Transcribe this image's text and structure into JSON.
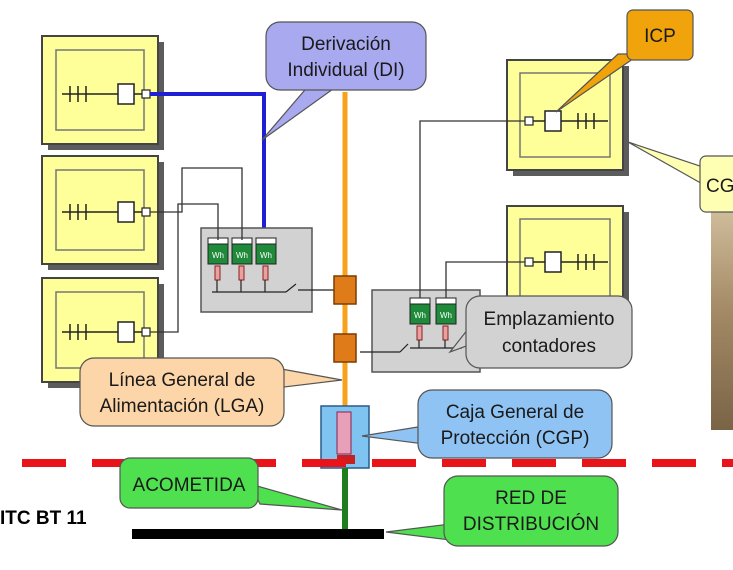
{
  "diagram": {
    "labels": {
      "icp": "ICP",
      "cgmp": "CG",
      "di_line1": "Derivación",
      "di_line2": "Individual (DI)",
      "emp_line1": "Emplazamiento",
      "emp_line2": "contadores",
      "lga_line1": "Línea General de",
      "lga_line2": "Alimentación (LGA)",
      "cgp_line1": "Caja General de",
      "cgp_line2": "Protección (CGP)",
      "acometida": "ACOMETIDA",
      "red_line1": "RED DE",
      "red_line2": "DISTRIBUCIÓN",
      "itc": "ITC BT 11",
      "meter": "Wh"
    },
    "colors": {
      "panel_fill": "#ffff99",
      "orange_line": "#f7a21b",
      "blue_line": "#1f1fd4",
      "green_line": "#1e7e1e",
      "dashed_red": "#e8141a",
      "fuse": "#e07b1a",
      "meter_green": "#1f8a3a",
      "icp_fill": "#f0a30a",
      "cg_fill": "#ffffb3",
      "di_fill": "#a9a9f0",
      "emp_fill": "#d2d2d2",
      "lga_fill": "#fcd5a8",
      "cgp_fill": "#8fc3f4",
      "green_callout": "#4ee04e"
    }
  }
}
